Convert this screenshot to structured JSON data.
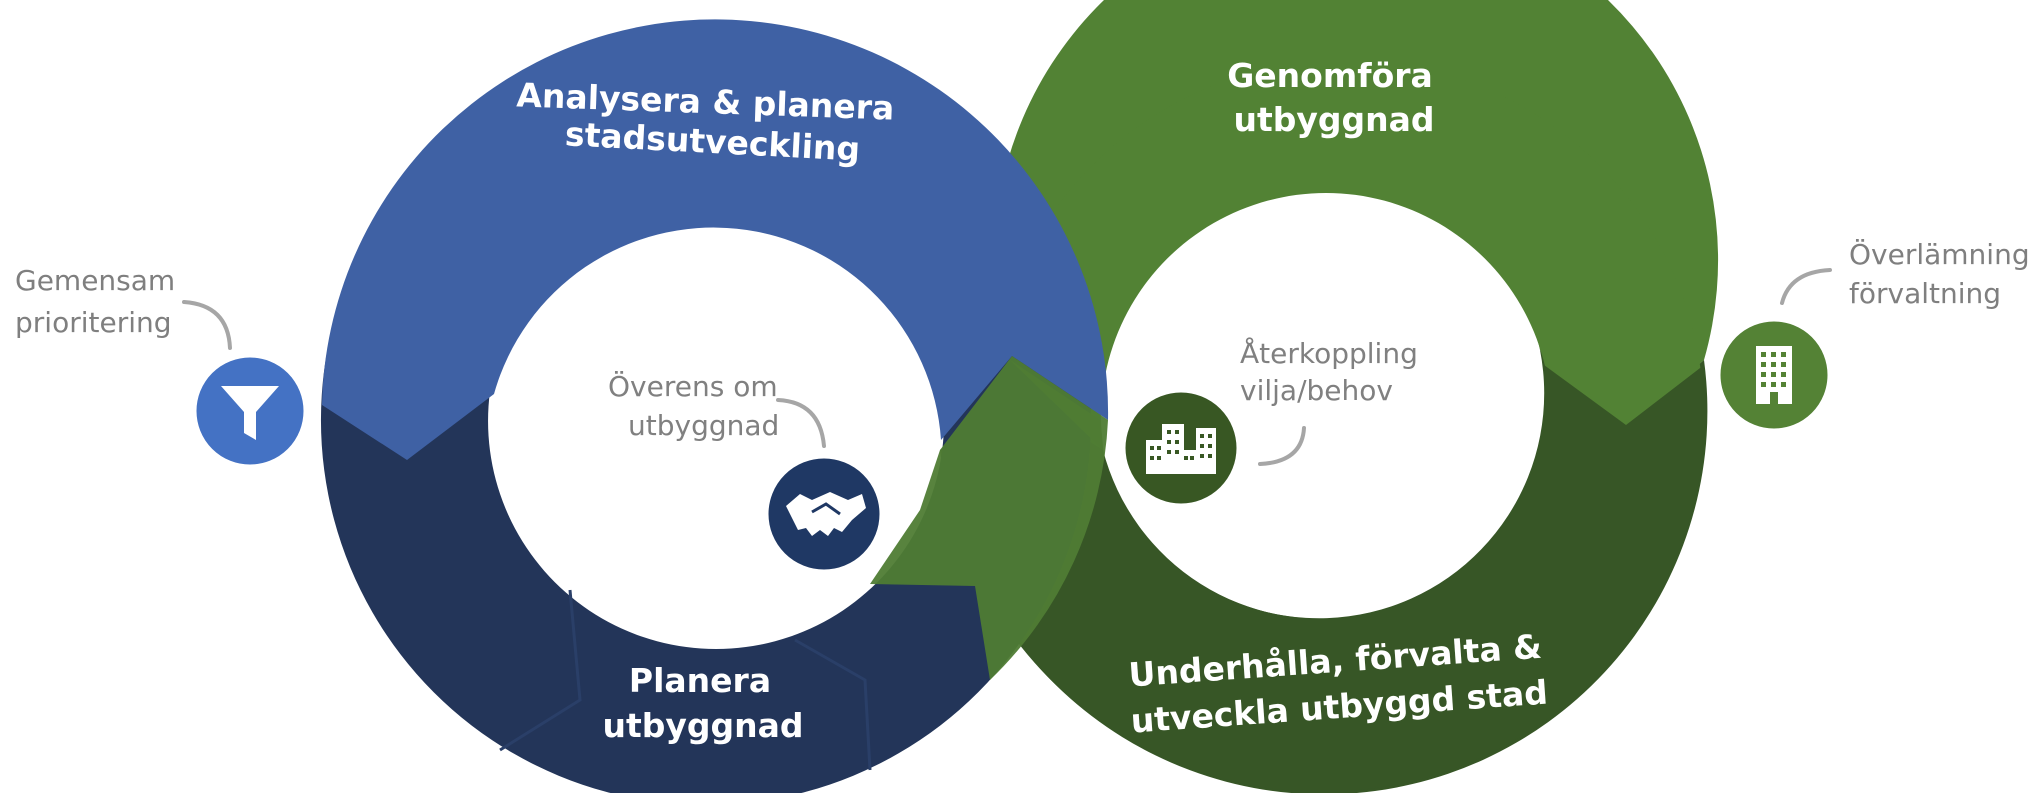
{
  "diagram": {
    "colors": {
      "blue_light": "#3F61A4",
      "blue_dark": "#233559",
      "green_light": "#528234",
      "green_dark": "#375626",
      "icon_blue": "#4472C4",
      "icon_navy": "#1F3864",
      "icon_green_dark": "#385723",
      "icon_green": "#548235",
      "callout_line": "#a6a6a6"
    },
    "segments": {
      "analysera": {
        "line1": "Analysera & planera",
        "line2": "stadsutveckling"
      },
      "planera": {
        "line1": "Planera",
        "line2": "utbyggnad"
      },
      "genomfora": {
        "line1": "Genomföra",
        "line2": "utbyggnad"
      },
      "underhalla": {
        "line1": "Underhålla, förvalta &",
        "line2": "utveckla utbyggd stad"
      }
    },
    "callouts": {
      "gemensam": {
        "line1": "Gemensam",
        "line2": "prioritering",
        "icon": "filter-icon"
      },
      "overens": {
        "line1": "Överens om",
        "line2": "utbyggnad",
        "icon": "handshake-icon"
      },
      "aterkoppling": {
        "line1": "Återkoppling",
        "line2": "vilja/behov",
        "icon": "city-buildings-icon"
      },
      "overlamning": {
        "line1": "Överlämning",
        "line2": "förvaltning",
        "icon": "office-building-icon"
      }
    }
  }
}
